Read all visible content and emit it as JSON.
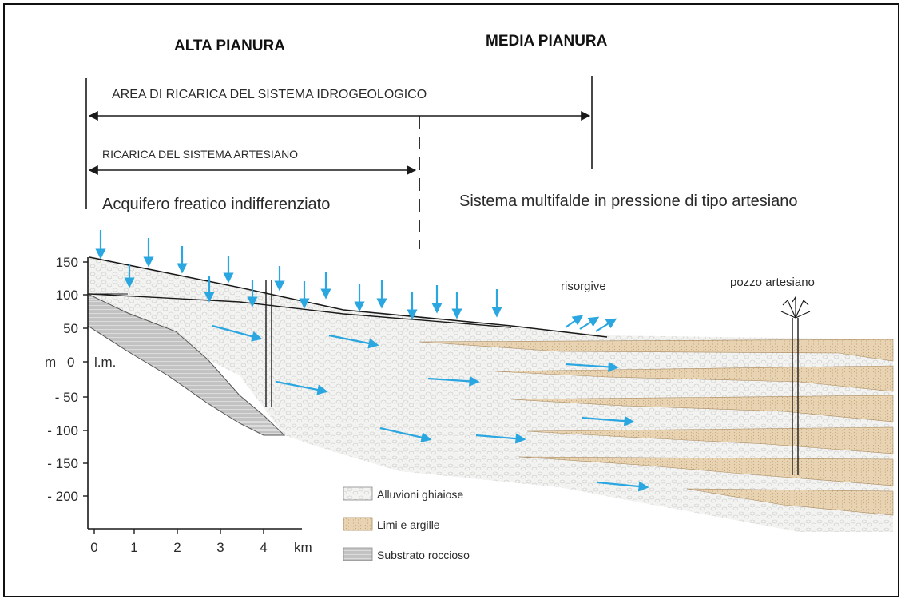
{
  "headers": {
    "alta": "ALTA PIANURA",
    "media": "MEDIA PIANURA"
  },
  "spans": {
    "recharge_hydro": "AREA DI RICARICA DEL SISTEMA IDROGEOLOGICO",
    "recharge_artesian": "RICARICA DEL SISTEMA ARTESIANO"
  },
  "zones": {
    "phreatic": "Acquifero freatico indifferenziato",
    "multilayer": "Sistema multifalde in pressione di tipo artesiano"
  },
  "labels": {
    "springs": "risorgive",
    "artesian_well": "pozzo artesiano",
    "sea_level": "l.m."
  },
  "y_axis": {
    "unit": "m",
    "ticks": [
      "150",
      "100",
      "50",
      "0",
      "- 50",
      "- 100",
      "- 150",
      "- 200"
    ]
  },
  "x_axis": {
    "unit": "km",
    "ticks": [
      "0",
      "1",
      "2",
      "3",
      "4"
    ]
  },
  "legend": [
    {
      "label": "Alluvioni ghiaiose",
      "pattern": "gravel"
    },
    {
      "label": "Limi e argille",
      "pattern": "clay"
    },
    {
      "label": "Substrato roccioso",
      "pattern": "rock"
    }
  ],
  "colors": {
    "arrow_blue": "#2aa6e0",
    "clay": "#e8d3b2",
    "gravel": "#f3f3f1",
    "rock": "#c9c9c9",
    "line": "#1a1a1a"
  }
}
